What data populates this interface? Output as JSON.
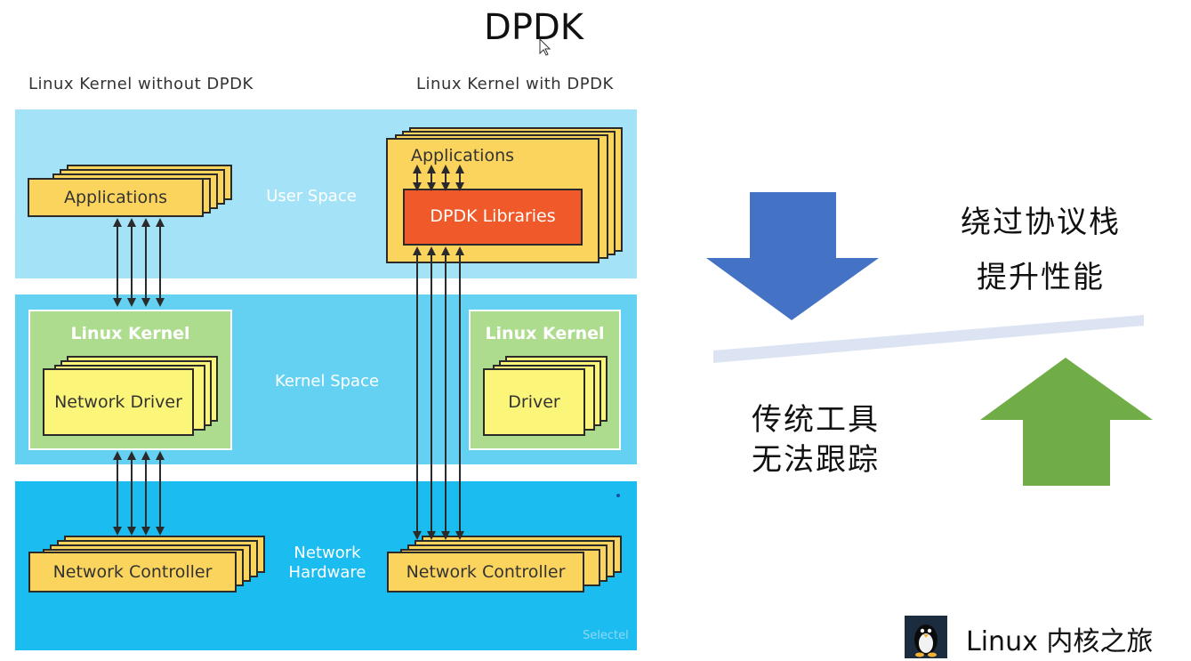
{
  "title": "DPDK",
  "captions": {
    "left": "Linux Kernel without DPDK",
    "right": "Linux Kernel with DPDK"
  },
  "zones": {
    "user": "User Space",
    "kernel": "Kernel Space",
    "hardware": "Network Hardware"
  },
  "left_stack": {
    "applications": "Applications",
    "kernel": "Linux Kernel",
    "driver": "Network Driver",
    "controller": "Network Controller"
  },
  "right_stack": {
    "applications": "Applications",
    "libraries": "DPDK Libraries",
    "kernel": "Linux Kernel",
    "driver": "Driver",
    "controller": "Network Controller"
  },
  "annotations": {
    "bypass_line1": "绕过协议栈",
    "bypass_line2": "提升性能",
    "tools_line1": "传统工具",
    "tools_line2": "无法跟踪"
  },
  "watermark": "Selectel",
  "logo_text": "Linux 内核之旅",
  "colors": {
    "down_arrow": "#4472c4",
    "up_arrow": "#70ad47",
    "divider": "#dce3f2"
  }
}
